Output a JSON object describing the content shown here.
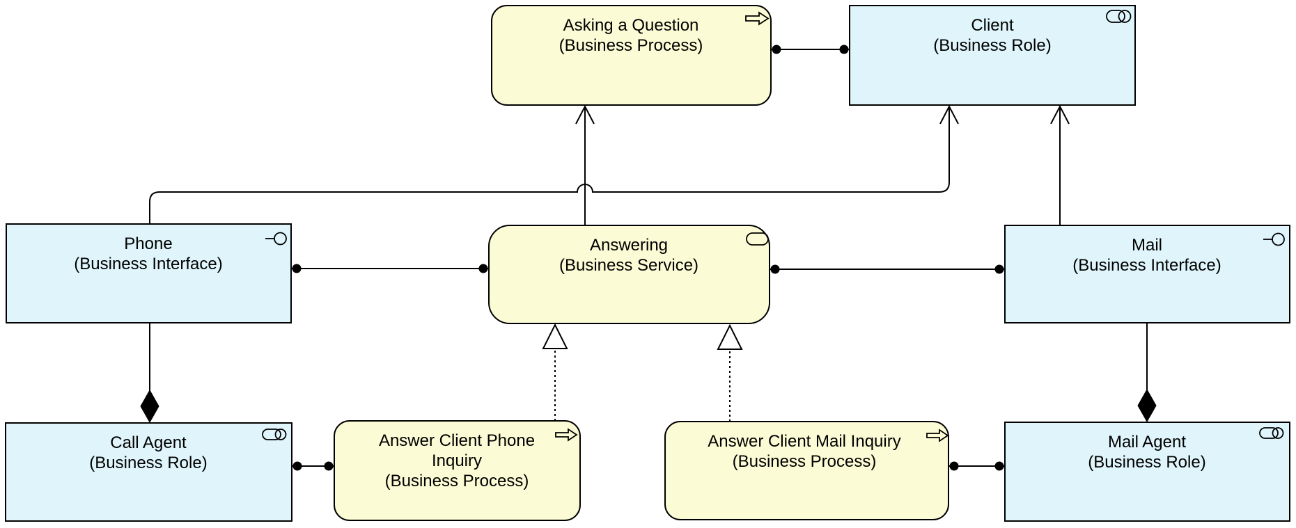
{
  "elements": {
    "asking_a_question": {
      "line1": "Asking a Question",
      "line2": "(Business Process)",
      "type": "Business Process"
    },
    "client": {
      "line1": "Client",
      "line2": "(Business Role)",
      "type": "Business Role"
    },
    "phone": {
      "line1": "Phone",
      "line2": "(Business Interface)",
      "type": "Business Interface"
    },
    "answering": {
      "line1": "Answering",
      "line2": "(Business Service)",
      "type": "Business Service"
    },
    "mail": {
      "line1": "Mail",
      "line2": "(Business Interface)",
      "type": "Business Interface"
    },
    "call_agent": {
      "line1": "Call Agent",
      "line2": "(Business Role)",
      "type": "Business Role"
    },
    "answer_client_phone_inquiry": {
      "line1": "Answer Client Phone",
      "line2": "Inquiry",
      "line3": "(Business Process)",
      "type": "Business Process"
    },
    "answer_client_mail_inquiry": {
      "line1": "Answer Client Mail Inquiry",
      "line2": "(Business Process)",
      "type": "Business Process"
    },
    "mail_agent": {
      "line1": "Mail Agent",
      "line2": "(Business Role)",
      "type": "Business Role"
    }
  },
  "icons": {
    "business_process": "process-arrow-icon",
    "business_service": "service-pill-icon",
    "business_role": "role-cylinder-icon",
    "business_interface": "interface-lollipop-icon"
  },
  "relationships": [
    {
      "type": "assignment",
      "source": "asking_a_question",
      "target": "client"
    },
    {
      "type": "assignment",
      "source": "phone",
      "target": "answering"
    },
    {
      "type": "assignment",
      "source": "answering",
      "target": "mail"
    },
    {
      "type": "assignment",
      "source": "call_agent",
      "target": "answer_client_phone_inquiry"
    },
    {
      "type": "assignment",
      "source": "answer_client_mail_inquiry",
      "target": "mail_agent"
    },
    {
      "type": "serving",
      "source": "answering",
      "target": "asking_a_question"
    },
    {
      "type": "serving",
      "source": "phone",
      "target": "client"
    },
    {
      "type": "serving",
      "source": "mail",
      "target": "client"
    },
    {
      "type": "composition",
      "source": "phone",
      "target": "call_agent"
    },
    {
      "type": "composition",
      "source": "mail",
      "target": "mail_agent"
    },
    {
      "type": "realization",
      "source": "answer_client_phone_inquiry",
      "target": "answering"
    },
    {
      "type": "realization",
      "source": "answer_client_mail_inquiry",
      "target": "answering"
    }
  ],
  "colors": {
    "behavior_fill": "#FBFBD5",
    "structure_fill": "#DFF5FB",
    "stroke": "#000000",
    "background": "#FFFFFF"
  }
}
